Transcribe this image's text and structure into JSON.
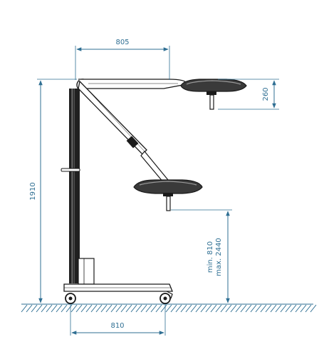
{
  "dimensions": {
    "arm_length": "805",
    "head_height": "260",
    "total_height": "1910",
    "min_height": "min. 810",
    "max_height": "max. 2440",
    "base_width": "810"
  },
  "colors": {
    "dimension": "#2f6f93",
    "outline": "#1a1a1a",
    "column": "#202020"
  }
}
